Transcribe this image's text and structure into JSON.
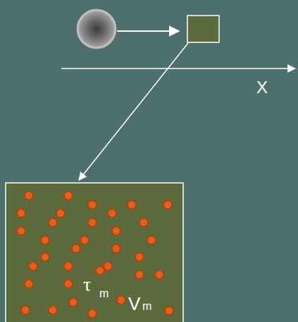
{
  "diagram": {
    "nodes": [
      {
        "text": [
          "τ",
          "m",
          "V",
          "m"
        ]
      }
    ],
    "labels": [
      "X"
    ]
  }
}
